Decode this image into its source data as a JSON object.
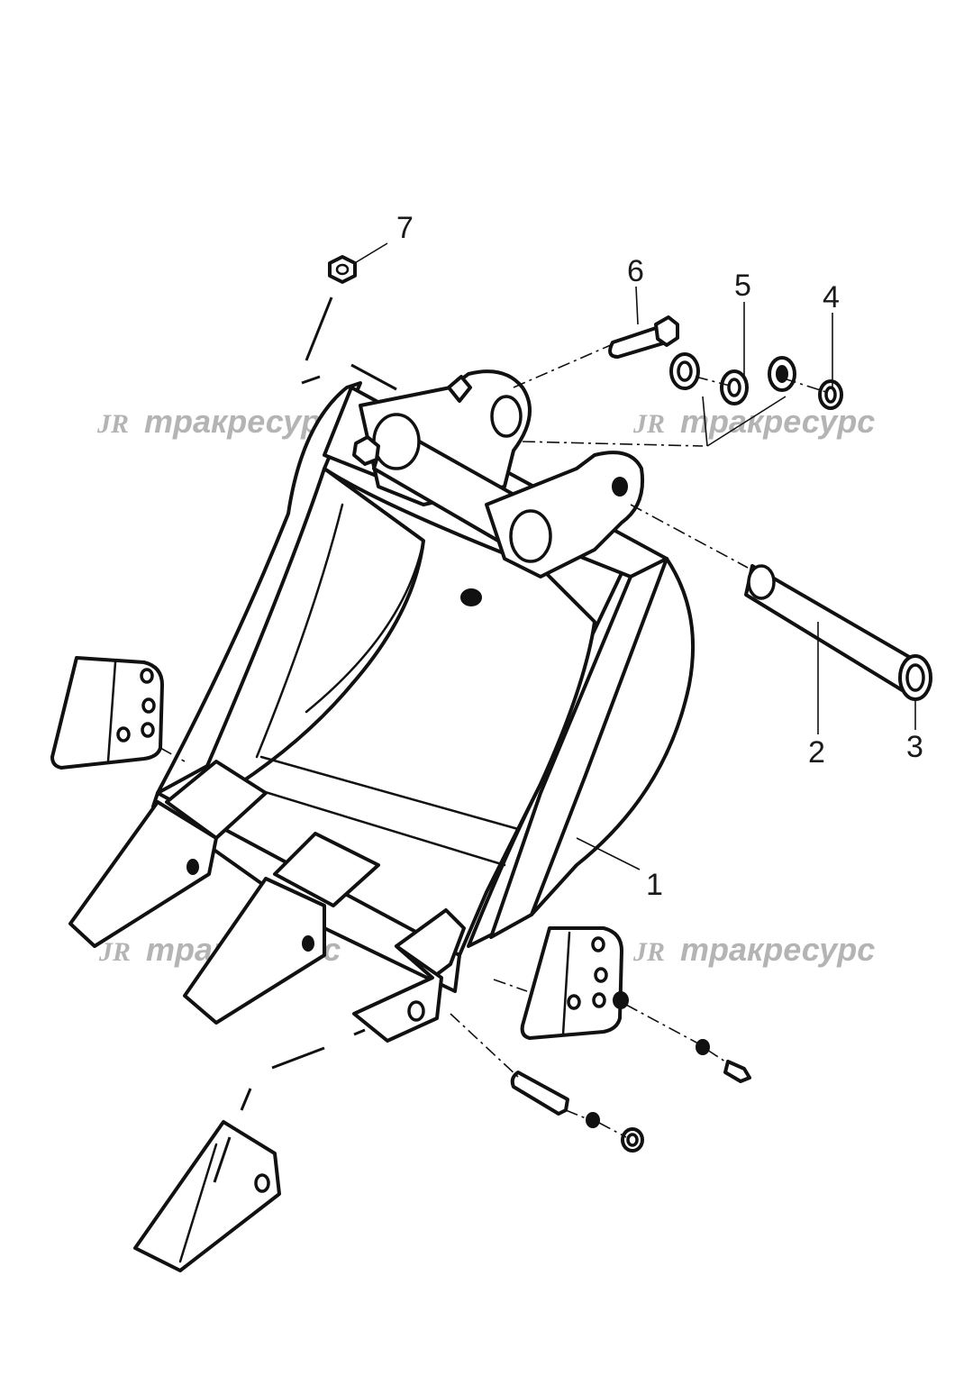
{
  "callouts": [
    {
      "id": "1",
      "label": "1"
    },
    {
      "id": "2",
      "label": "2"
    },
    {
      "id": "3",
      "label": "3"
    },
    {
      "id": "4",
      "label": "4"
    },
    {
      "id": "5",
      "label": "5"
    },
    {
      "id": "6",
      "label": "6"
    },
    {
      "id": "7",
      "label": "7"
    }
  ],
  "watermark": {
    "logo": "JR",
    "text": "тракресурс"
  },
  "colors": {
    "line": "#111111",
    "watermark": "#b4b4b4",
    "background": "#ffffff"
  }
}
